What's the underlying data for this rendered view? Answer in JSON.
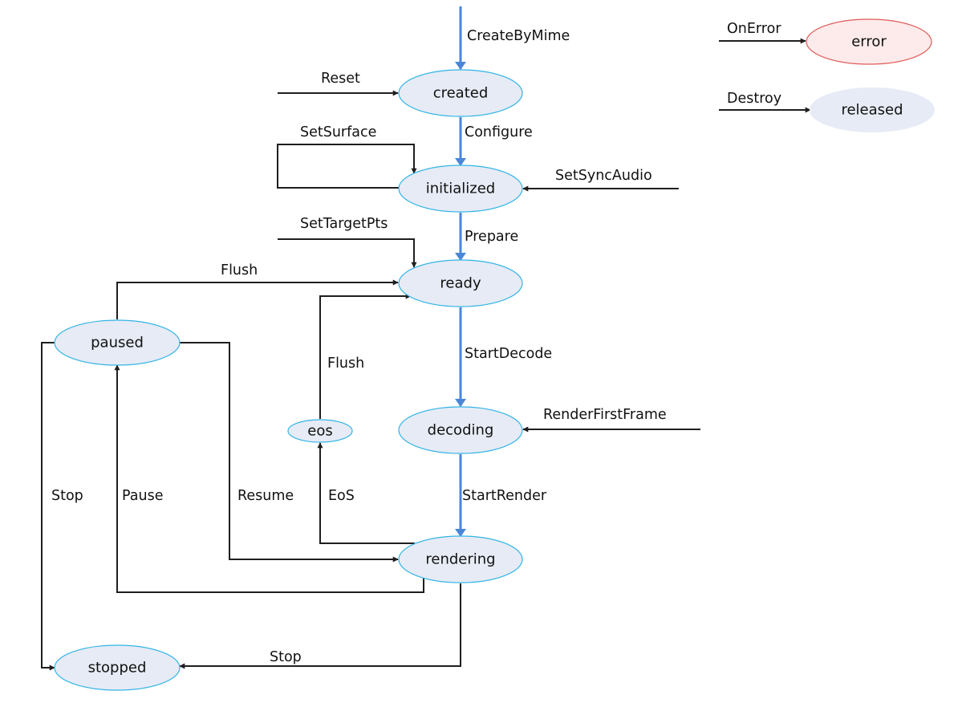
{
  "title": "Video decoder state machine",
  "colors": {
    "main_flow": "#4a86d8",
    "state_fill": "#e6ebf5",
    "state_border": "#33b4e6",
    "error_fill": "#fdeaea",
    "error_border": "#e05a5a",
    "edge": "#1f1f1f"
  },
  "states": {
    "created": "created",
    "initialized": "initialized",
    "ready": "ready",
    "decoding": "decoding",
    "rendering": "rendering",
    "paused": "paused",
    "eos": "eos",
    "stopped": "stopped",
    "error": "error",
    "released": "released"
  },
  "transitions": {
    "create_by_mime": "CreateByMime",
    "reset": "Reset",
    "configure": "Configure",
    "set_surface": "SetSurface",
    "set_sync_audio": "SetSyncAudio",
    "set_target_pts": "SetTargetPts",
    "prepare": "Prepare",
    "flush_paused": "Flush",
    "flush_eos": "Flush",
    "start_decode": "StartDecode",
    "render_first_frame": "RenderFirstFrame",
    "start_render": "StartRender",
    "stop_paused": "Stop",
    "pause": "Pause",
    "resume": "Resume",
    "eos": "EoS",
    "stop_rendering": "Stop",
    "on_error": "OnError",
    "destroy": "Destroy"
  }
}
